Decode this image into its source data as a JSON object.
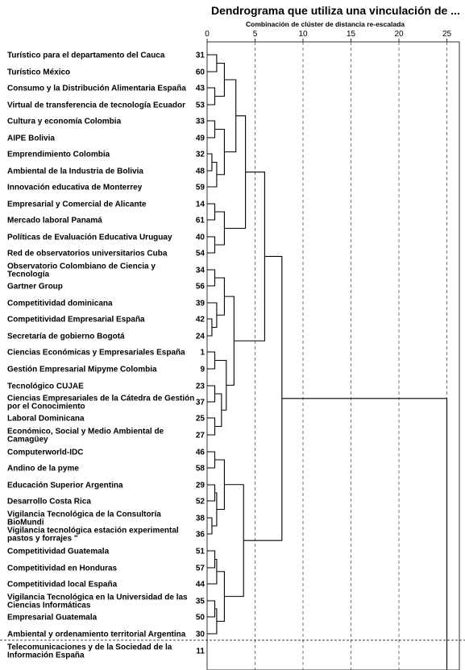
{
  "chart_data": {
    "type": "dendrogram",
    "title": "Dendrograma que utiliza una vinculación de ...",
    "subtitle": "Combinación de clúster de distancia re-escalada",
    "x_ticks": [
      0,
      5,
      10,
      15,
      20,
      25
    ],
    "xlim": [
      0,
      25
    ],
    "grid": "dashed-vertical",
    "leaves": [
      {
        "label": "Turístico para el departamento del Cauca",
        "id": "31"
      },
      {
        "label": "Turístico México",
        "id": "60"
      },
      {
        "label": "Consumo y la Distribución Alimentaria España",
        "id": "43"
      },
      {
        "label": "Virtual de transferencia de tecnología Ecuador",
        "id": "53"
      },
      {
        "label": "Cultura y economía Colombia",
        "id": "33"
      },
      {
        "label": "AIPE Bolivia",
        "id": "49"
      },
      {
        "label": "Emprendimiento Colombia",
        "id": "32"
      },
      {
        "label": "Ambiental de la Industria de Bolivia",
        "id": "48"
      },
      {
        "label": "Innovación educativa de Monterrey",
        "id": "59"
      },
      {
        "label": "Empresarial y Comercial de Alicante",
        "id": "14"
      },
      {
        "label": "Mercado laboral Panamá",
        "id": "61"
      },
      {
        "label": "Políticas de Evaluación Educativa Uruguay",
        "id": "40"
      },
      {
        "label": "Red de observatorios universitarios Cuba",
        "id": "54"
      },
      {
        "label": "Observatorio Colombiano de Ciencia y Tecnología",
        "id": "34"
      },
      {
        "label": "Gartner Group",
        "id": "56"
      },
      {
        "label": "Competitividad dominicana",
        "id": "39"
      },
      {
        "label": "Competitividad Empresarial España",
        "id": "42"
      },
      {
        "label": "Secretaría de gobierno Bogotá",
        "id": "24"
      },
      {
        "label": "Ciencias Económicas y Empresariales España",
        "id": "1"
      },
      {
        "label": "Gestión Empresarial Mipyme Colombia",
        "id": "9"
      },
      {
        "label": "Tecnológico CUJAE",
        "id": "23"
      },
      {
        "label": "Ciencias Empresariales de la Cátedra de Gestión por el Conocimiento",
        "id": "37"
      },
      {
        "label": "Laboral Dominicana",
        "id": "25"
      },
      {
        "label": "Económico, Social y Medio Ambiental de Camagüey",
        "id": "27"
      },
      {
        "label": "Computerworld-IDC",
        "id": "46"
      },
      {
        "label": "Andino de la pyme",
        "id": "58"
      },
      {
        "label": "Educación Superior Argentina",
        "id": "29"
      },
      {
        "label": "Desarrollo Costa Rica",
        "id": "52"
      },
      {
        "label": "Vigilancia Tecnológica de la Consultoría BioMundi",
        "id": "38"
      },
      {
        "label": "Vigilancia tecnológica estación experimental pastos y forrajes \"",
        "id": "36"
      },
      {
        "label": "Competitividad Guatemala",
        "id": "51"
      },
      {
        "label": "Competitividad en Honduras",
        "id": "57"
      },
      {
        "label": "Competitividad local España",
        "id": "44"
      },
      {
        "label": "Vigilancia Tecnológica en la Universidad de las Ciencias Informáticas",
        "id": "35"
      },
      {
        "label": "Empresarial Guatemala",
        "id": "50"
      },
      {
        "label": "Ambiental y ordenamiento territorial Argentina",
        "id": "30"
      },
      {
        "label": "Telecomunicaciones y de la Sociedad de la Información España",
        "id": "11"
      }
    ],
    "merges": [
      {
        "a": "L0",
        "b": "L1",
        "h": 1
      },
      {
        "a": "L2",
        "b": "L3",
        "h": 0.8
      },
      {
        "a": "M0",
        "b": "M1",
        "h": 1.8
      },
      {
        "a": "L4",
        "b": "L5",
        "h": 0.8
      },
      {
        "a": "L6",
        "b": "L7",
        "h": 0.5
      },
      {
        "a": "M4",
        "b": "L8",
        "h": 1
      },
      {
        "a": "M3",
        "b": "M5",
        "h": 1.8
      },
      {
        "a": "M2",
        "b": "M6",
        "h": 3
      },
      {
        "a": "L9",
        "b": "L10",
        "h": 0.8
      },
      {
        "a": "L11",
        "b": "L12",
        "h": 0.8
      },
      {
        "a": "M8",
        "b": "M9",
        "h": 1.8
      },
      {
        "a": "M7",
        "b": "M10",
        "h": 4
      },
      {
        "a": "L13",
        "b": "L14",
        "h": 0.8
      },
      {
        "a": "L16",
        "b": "L17",
        "h": 0.5
      },
      {
        "a": "L15",
        "b": "M13",
        "h": 1
      },
      {
        "a": "M12",
        "b": "M14",
        "h": 1.8
      },
      {
        "a": "L18",
        "b": "L19",
        "h": 0.8
      },
      {
        "a": "L20",
        "b": "L21",
        "h": 0.8
      },
      {
        "a": "L22",
        "b": "L23",
        "h": 0.8
      },
      {
        "a": "M17",
        "b": "M18",
        "h": 1.5
      },
      {
        "a": "M16",
        "b": "M19",
        "h": 2
      },
      {
        "a": "M15",
        "b": "M20",
        "h": 2.8
      },
      {
        "a": "M11",
        "b": "M21",
        "h": 6
      },
      {
        "a": "L24",
        "b": "L25",
        "h": 0.8
      },
      {
        "a": "L26",
        "b": "L27",
        "h": 0.8
      },
      {
        "a": "L28",
        "b": "L29",
        "h": 0.5
      },
      {
        "a": "M24",
        "b": "M25",
        "h": 1
      },
      {
        "a": "M23",
        "b": "M26",
        "h": 1.8
      },
      {
        "a": "L30",
        "b": "L31",
        "h": 0.8
      },
      {
        "a": "M28",
        "b": "L32",
        "h": 1
      },
      {
        "a": "L33",
        "b": "L34",
        "h": 0.8
      },
      {
        "a": "M30",
        "b": "L35",
        "h": 1
      },
      {
        "a": "M29",
        "b": "M31",
        "h": 1.8
      },
      {
        "a": "M27",
        "b": "M32",
        "h": 3.8
      },
      {
        "a": "M22",
        "b": "M33",
        "h": 7.8
      },
      {
        "a": "M34",
        "b": "L36",
        "h": 25
      }
    ]
  }
}
